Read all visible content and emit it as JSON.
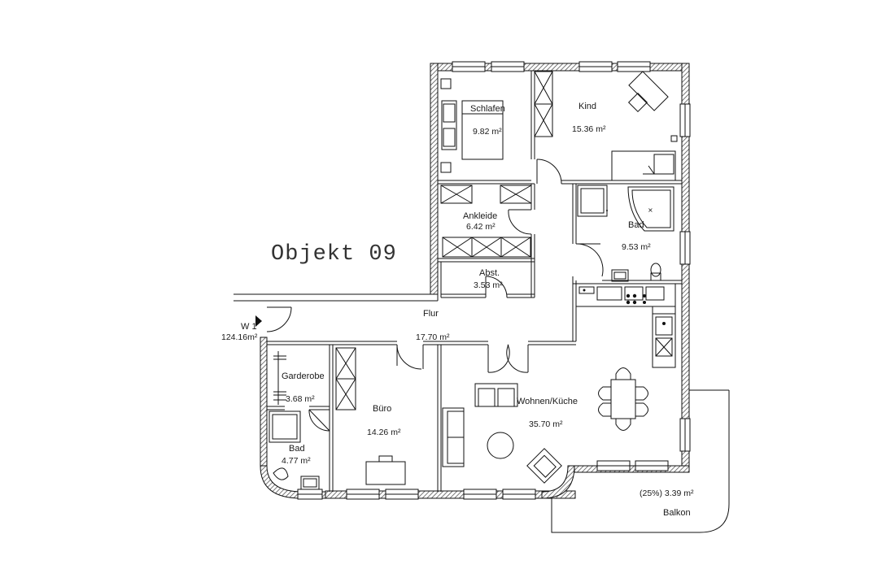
{
  "plan": {
    "title": "Objekt 09",
    "entry": {
      "label": "W 1",
      "total_area": "124.16m²"
    },
    "rooms": [
      {
        "id": "schlafen",
        "name": "Schlafen",
        "area": "9.82 m²"
      },
      {
        "id": "kind",
        "name": "Kind",
        "area": "15.36 m²"
      },
      {
        "id": "ankleide",
        "name": "Ankleide",
        "area": "6.42 m²"
      },
      {
        "id": "bad-oben",
        "name": "Bad",
        "area": "9.53 m²"
      },
      {
        "id": "abst",
        "name": "Abst.",
        "area": "3.53 m²"
      },
      {
        "id": "flur",
        "name": "Flur",
        "area": "17.70 m²"
      },
      {
        "id": "garderobe",
        "name": "Garderobe",
        "area": "3.68 m²"
      },
      {
        "id": "buero",
        "name": "Büro",
        "area": "14.26 m²"
      },
      {
        "id": "wohnen-kueche",
        "name": "Wohnen/Küche",
        "area": "35.70 m²"
      },
      {
        "id": "bad-unten",
        "name": "Bad",
        "area": "4.77 m²"
      },
      {
        "id": "balkon",
        "name": "Balkon",
        "area": "(25%) 3.39 m²"
      }
    ]
  }
}
